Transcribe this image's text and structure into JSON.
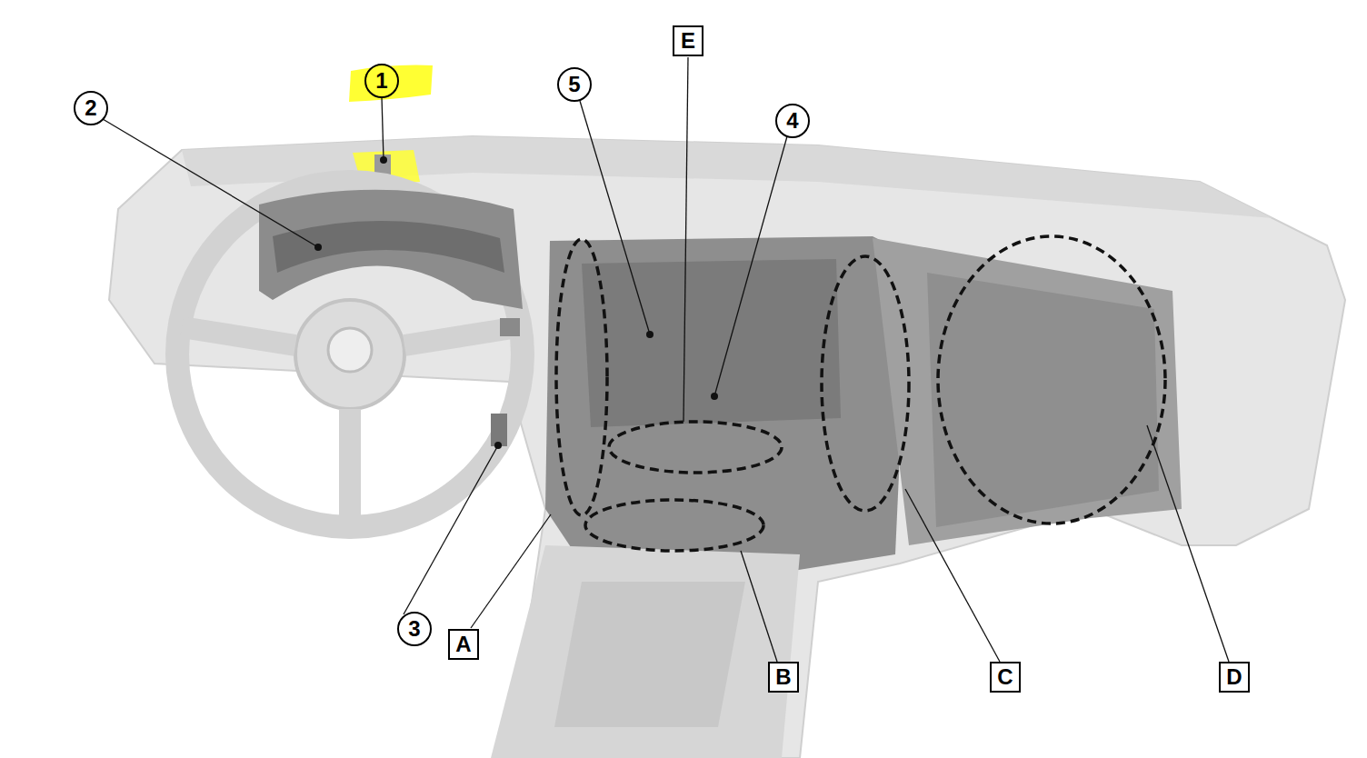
{
  "diagram": {
    "nodes": [
      {
        "text": [
          "E"
        ]
      },
      {
        "text": [
          "1"
        ]
      },
      {
        "text": [
          "5"
        ]
      },
      {
        "text": [
          "2"
        ]
      },
      {
        "text": [
          "4"
        ]
      },
      {
        "text": [
          "3"
        ]
      },
      {
        "text": [
          "A"
        ]
      },
      {
        "text": [
          "B"
        ]
      },
      {
        "text": [
          "C"
        ]
      },
      {
        "text": [
          "D"
        ]
      }
    ]
  }
}
